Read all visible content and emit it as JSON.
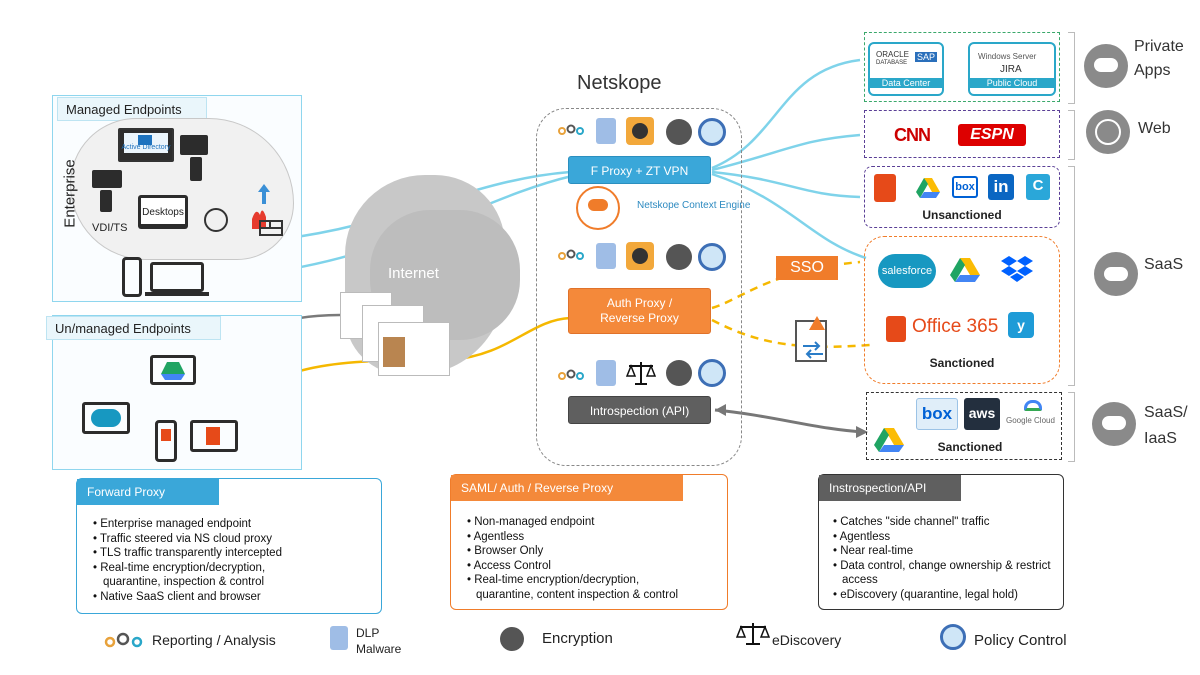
{
  "title": "Netskope",
  "internet_label": "Internet",
  "enterprise_label": "Enterprise",
  "managed": {
    "title": "Managed Endpoints",
    "active_directory": "Active Directory",
    "desktops": "Desktops",
    "vdi": "VDI/TS"
  },
  "unmanaged": {
    "title": "Un/managed Endpoints"
  },
  "netskope": {
    "fproxy": "F Proxy + ZT VPN",
    "context_engine": "Netskope Context Engine",
    "auth_proxy_line1": "Auth Proxy /",
    "auth_proxy_line2": "Reverse Proxy",
    "introspection": "Introspection (API)",
    "sso": "SSO"
  },
  "destinations": {
    "private": {
      "label_line1": "Private",
      "label_line2": "Apps",
      "data_center": "Data Center",
      "public_cloud": "Public Cloud",
      "oracle": "ORACLE",
      "database": "DATABASE",
      "sap": "SAP",
      "windows_server": "Windows Server",
      "jira": "JIRA"
    },
    "web": {
      "label": "Web",
      "cnn": "CNN",
      "espn": "ESPN"
    },
    "unsanctioned": {
      "label": "Unsanctioned"
    },
    "saas": {
      "label": "SaaS",
      "sanctioned": "Sanctioned",
      "salesforce": "salesforce",
      "office365": "Office 365"
    },
    "iaas": {
      "label_line1": "SaaS/",
      "label_line2": "IaaS",
      "sanctioned": "Sanctioned",
      "box": "box",
      "aws": "aws",
      "google_cloud": "Google Cloud"
    }
  },
  "boxes": {
    "forward": {
      "title": "Forward Proxy",
      "items": [
        "Enterprise managed endpoint",
        "Traffic steered via NS cloud proxy",
        "TLS traffic transparently intercepted",
        "Real-time encryption/decryption,",
        "quarantine, inspection & control",
        "Native SaaS client and browser"
      ]
    },
    "saml": {
      "title": "SAML/ Auth / Reverse Proxy",
      "items": [
        "Non-managed endpoint",
        "Agentless",
        "Browser Only",
        "Access Control",
        "Real-time encryption/decryption,",
        "quarantine, content inspection & control"
      ]
    },
    "api": {
      "title": "Instrospection/API",
      "items": [
        "Catches \"side channel\" traffic",
        "Agentless",
        "Near real-time",
        "Data control, change ownership & restrict",
        "access",
        "eDiscovery (quarantine, legal hold)"
      ]
    }
  },
  "legend": {
    "reporting": "Reporting / Analysis",
    "dlp_line1": "DLP",
    "dlp_line2": "Malware",
    "encryption": "Encryption",
    "ediscovery": "eDiscovery",
    "policy": "Policy Control"
  },
  "colors": {
    "blue": "#5bc7e6",
    "orange": "#f07c2a",
    "gold": "#f5b800",
    "gray": "#777777",
    "green_dash": "#3aa86b",
    "purple_dash": "#5a3f96",
    "teal_dash": "#23a7a5"
  }
}
